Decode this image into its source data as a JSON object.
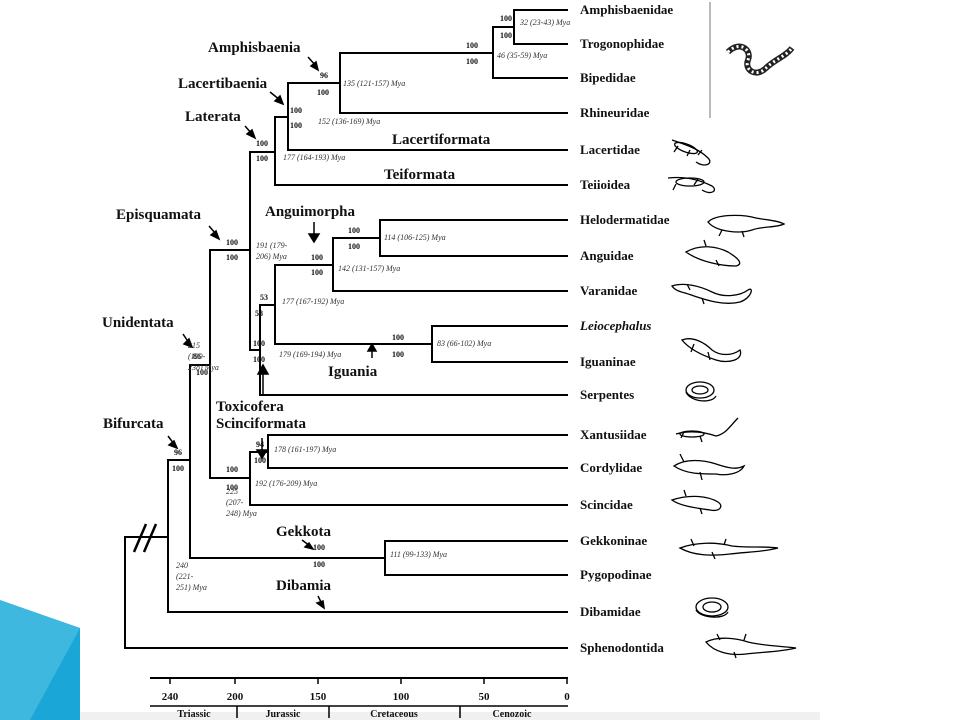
{
  "taxa": [
    {
      "id": "amphisbaenidae",
      "label": "Amphisbaenidae",
      "italic": false
    },
    {
      "id": "trogonophidae",
      "label": "Trogonophidae",
      "italic": false
    },
    {
      "id": "bipedidae",
      "label": "Bipedidae",
      "italic": false
    },
    {
      "id": "rhineuridae",
      "label": "Rhineuridae",
      "italic": false
    },
    {
      "id": "lacertidae",
      "label": "Lacertidae",
      "italic": false
    },
    {
      "id": "teiioidea",
      "label": "Teiioidea",
      "italic": false
    },
    {
      "id": "helodermatidae",
      "label": "Helodermatidae",
      "italic": false
    },
    {
      "id": "anguidae",
      "label": "Anguidae",
      "italic": false
    },
    {
      "id": "varanidae",
      "label": "Varanidae",
      "italic": false
    },
    {
      "id": "leiocephalus",
      "label": "Leiocephalus",
      "italic": true
    },
    {
      "id": "iguaninae",
      "label": "Iguaninae",
      "italic": false
    },
    {
      "id": "serpentes",
      "label": "Serpentes",
      "italic": false
    },
    {
      "id": "xantusiidae",
      "label": "Xantusiidae",
      "italic": false
    },
    {
      "id": "cordylidae",
      "label": "Cordylidae",
      "italic": false
    },
    {
      "id": "scincidae",
      "label": "Scincidae",
      "italic": false
    },
    {
      "id": "gekkoninae",
      "label": "Gekkoninae",
      "italic": false
    },
    {
      "id": "pygopodinae",
      "label": "Pygopodinae",
      "italic": false
    },
    {
      "id": "dibamidae",
      "label": "Dibamidae",
      "italic": false
    },
    {
      "id": "sphenodontida",
      "label": "Sphenodontida",
      "italic": false
    }
  ],
  "clades": [
    {
      "id": "amphisbaenia",
      "label": "Amphisbaenia"
    },
    {
      "id": "lacertibaenia",
      "label": "Lacertibaenia"
    },
    {
      "id": "laterata",
      "label": "Laterata"
    },
    {
      "id": "lacertiformata",
      "label": "Lacertiformata"
    },
    {
      "id": "teiformata",
      "label": "Teiformata"
    },
    {
      "id": "anguimorpha",
      "label": "Anguimorpha"
    },
    {
      "id": "episquamata",
      "label": "Episquamata"
    },
    {
      "id": "unidentata",
      "label": "Unidentata"
    },
    {
      "id": "iguania",
      "label": "Iguania"
    },
    {
      "id": "toxicofera",
      "label": "Toxicofera"
    },
    {
      "id": "scinciformata",
      "label": "Scinciformata"
    },
    {
      "id": "bifurcata",
      "label": "Bifurcata"
    },
    {
      "id": "gekkota",
      "label": "Gekkota"
    },
    {
      "id": "dibamia",
      "label": "Dibamia"
    }
  ],
  "support": [
    {
      "id": "s-amph1-a",
      "value": "100"
    },
    {
      "id": "s-amph1-b",
      "value": "100"
    },
    {
      "id": "s-amph2-a",
      "value": "100"
    },
    {
      "id": "s-amph2-b",
      "value": "100"
    },
    {
      "id": "s-amph3-a",
      "value": "96"
    },
    {
      "id": "s-amph3-b",
      "value": "100"
    },
    {
      "id": "s-lacbaen-a",
      "value": "100"
    },
    {
      "id": "s-lacbaen-b",
      "value": "100"
    },
    {
      "id": "s-later-a",
      "value": "100"
    },
    {
      "id": "s-later-b",
      "value": "100"
    },
    {
      "id": "s-episq-a",
      "value": "100"
    },
    {
      "id": "s-episq-b",
      "value": "100"
    },
    {
      "id": "s-anguid-a",
      "value": "100"
    },
    {
      "id": "s-anguid-b",
      "value": "100"
    },
    {
      "id": "s-angui-a",
      "value": "100"
    },
    {
      "id": "s-angui-b",
      "value": "100"
    },
    {
      "id": "s-tox-a",
      "value": "53"
    },
    {
      "id": "s-tox-b",
      "value": "58"
    },
    {
      "id": "s-tox2-a",
      "value": "100"
    },
    {
      "id": "s-tox2-b",
      "value": "100"
    },
    {
      "id": "s-igu-a",
      "value": "100"
    },
    {
      "id": "s-igu-b",
      "value": "100"
    },
    {
      "id": "s-unid-a",
      "value": "86"
    },
    {
      "id": "s-unid-b",
      "value": "100"
    },
    {
      "id": "s-scinc-a",
      "value": "94"
    },
    {
      "id": "s-scinc-b",
      "value": "100"
    },
    {
      "id": "s-scinc2-a",
      "value": "100"
    },
    {
      "id": "s-scinc2-b",
      "value": "100"
    },
    {
      "id": "s-bif-a",
      "value": "96"
    },
    {
      "id": "s-bif-b",
      "value": "100"
    },
    {
      "id": "s-gekk-a",
      "value": "100"
    },
    {
      "id": "s-gekk-b",
      "value": "100"
    }
  ],
  "dates": [
    {
      "id": "d-amph1",
      "text": "32 (23-43) Mya"
    },
    {
      "id": "d-amph2",
      "text": "46 (35-59) Mya"
    },
    {
      "id": "d-amph3",
      "text": "135 (121-157) Mya"
    },
    {
      "id": "d-lacbaen",
      "text": "152 (136-169) Mya"
    },
    {
      "id": "d-later",
      "text": "177 (164-193) Mya"
    },
    {
      "id": "d-episq1",
      "text": "191 (179-"
    },
    {
      "id": "d-episq2",
      "text": "206) Mya"
    },
    {
      "id": "d-anguid",
      "text": "114 (106-125) Mya"
    },
    {
      "id": "d-angui",
      "text": "142 (131-157) Mya"
    },
    {
      "id": "d-tox",
      "text": "177 (167-192) Mya"
    },
    {
      "id": "d-unid1",
      "text": "215"
    },
    {
      "id": "d-unid2",
      "text": "(199-"
    },
    {
      "id": "d-unid3",
      "text": "238) Mya"
    },
    {
      "id": "d-igu1",
      "text": "179 (169-194) Mya"
    },
    {
      "id": "d-igu2",
      "text": "83 (66-102) Mya"
    },
    {
      "id": "d-scinc1",
      "text": "178 (161-197) Mya"
    },
    {
      "id": "d-scinc2",
      "text": "192 (176-209) Mya"
    },
    {
      "id": "d-bif1",
      "text": "225"
    },
    {
      "id": "d-bif2",
      "text": "(207-"
    },
    {
      "id": "d-bif3",
      "text": "248) Mya"
    },
    {
      "id": "d-gekk",
      "text": "111 (99-133) Mya"
    },
    {
      "id": "d-root1",
      "text": "240"
    },
    {
      "id": "d-root2",
      "text": "(221-"
    },
    {
      "id": "d-root3",
      "text": "251) Mya"
    }
  ],
  "timescale": {
    "ticks": [
      "240",
      "200",
      "150",
      "100",
      "50",
      "0"
    ],
    "periods": [
      "Triassic",
      "Jurassic",
      "Cretaceous",
      "Cenozoic"
    ]
  },
  "colors": {
    "accent": "#1aa6d6",
    "accent_dark": "#0d6f99",
    "line": "#000000"
  },
  "icons": [
    "worm-lizard-icon",
    "lizard-icon",
    "snake-icon",
    "legless-lizard-icon",
    "tuatara-icon"
  ]
}
